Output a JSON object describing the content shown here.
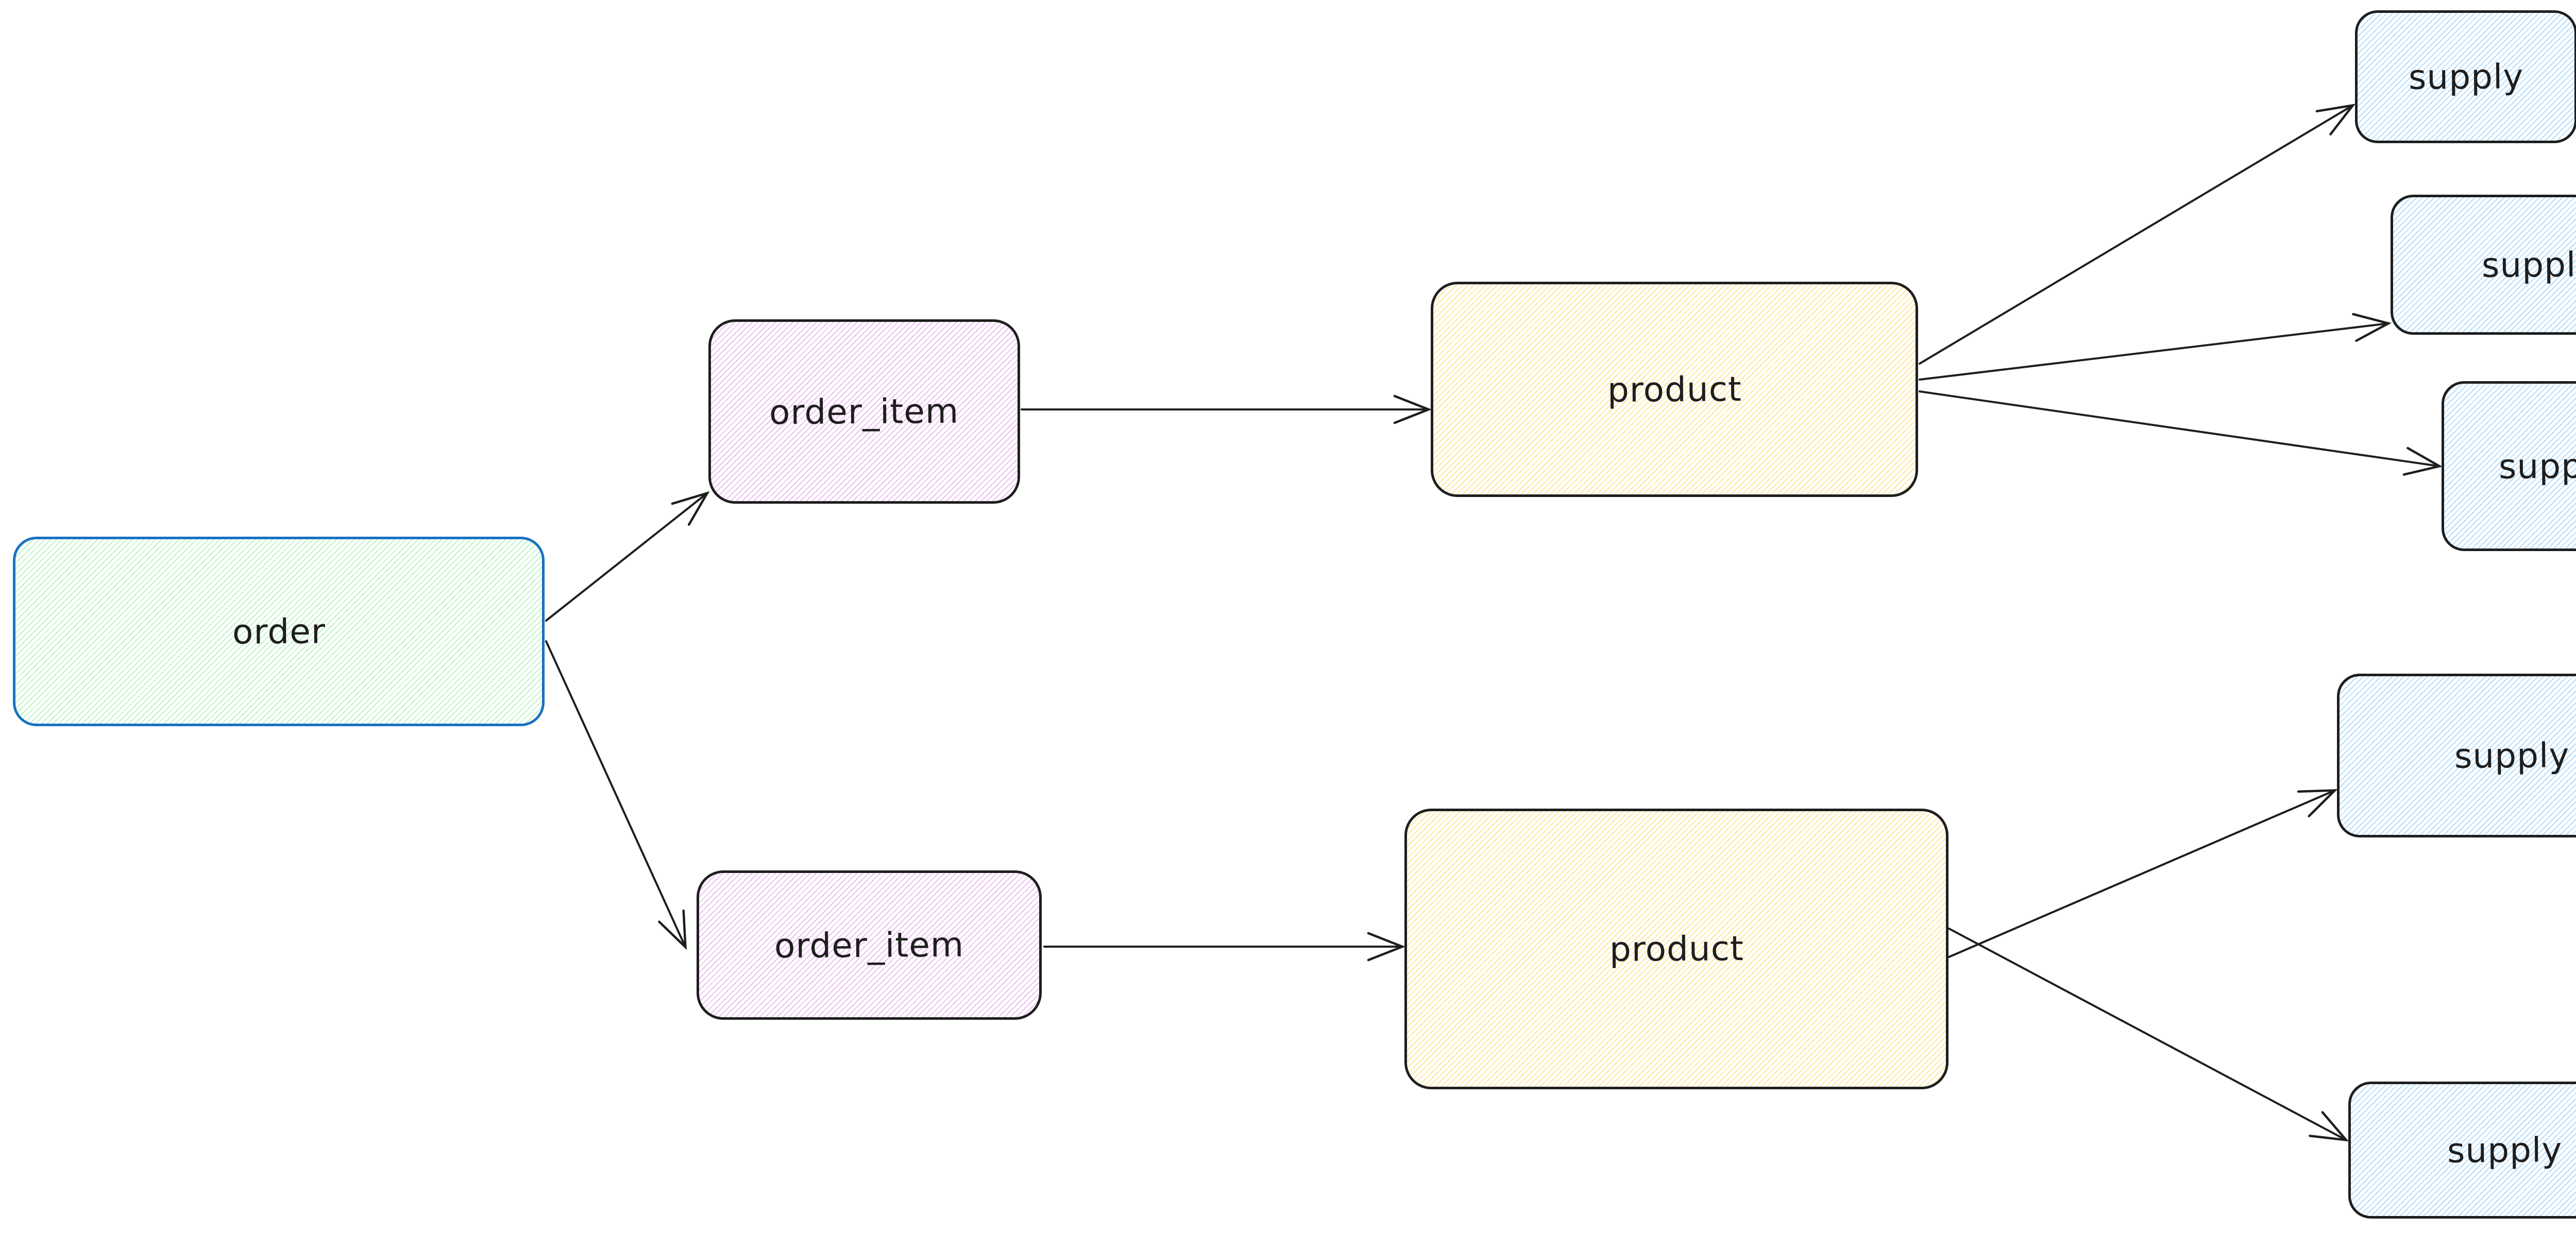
{
  "diagram": {
    "title": "",
    "background_color": "#ffffff",
    "default_stroke_color": "#1e1e1e",
    "nodes": {
      "order": {
        "label": "order",
        "border_color": "#1971c2",
        "hatch_color": "#b2f2bb"
      },
      "order_item_1": {
        "label": "order_item",
        "border_color": "#1e1e1e",
        "hatch_color": "#eab4f2"
      },
      "order_item_2": {
        "label": "order_item",
        "border_color": "#1e1e1e",
        "hatch_color": "#eab4f2"
      },
      "product_1": {
        "label": "product",
        "border_color": "#1e1e1e",
        "hatch_color": "#ffe38f"
      },
      "product_2": {
        "label": "product",
        "border_color": "#1e1e1e",
        "hatch_color": "#ffe38f"
      },
      "supply_1": {
        "label": "supply",
        "border_color": "#1e1e1e",
        "hatch_color": "#a5d8ff"
      },
      "supply_2": {
        "label": "supply",
        "border_color": "#1e1e1e",
        "hatch_color": "#a5d8ff"
      },
      "supply_3": {
        "label": "supply",
        "border_color": "#1e1e1e",
        "hatch_color": "#a5d8ff"
      },
      "supply_4": {
        "label": "supply",
        "border_color": "#1e1e1e",
        "hatch_color": "#a5d8ff"
      },
      "supply_5": {
        "label": "supply",
        "border_color": "#1e1e1e",
        "hatch_color": "#a5d8ff"
      }
    },
    "edges": [
      {
        "from": "order",
        "to": "order_item_1"
      },
      {
        "from": "order",
        "to": "order_item_2"
      },
      {
        "from": "order_item_1",
        "to": "product_1"
      },
      {
        "from": "order_item_2",
        "to": "product_2"
      },
      {
        "from": "product_1",
        "to": "supply_1"
      },
      {
        "from": "product_1",
        "to": "supply_2"
      },
      {
        "from": "product_1",
        "to": "supply_3"
      },
      {
        "from": "product_2",
        "to": "supply_4"
      },
      {
        "from": "product_2",
        "to": "supply_5"
      }
    ]
  }
}
